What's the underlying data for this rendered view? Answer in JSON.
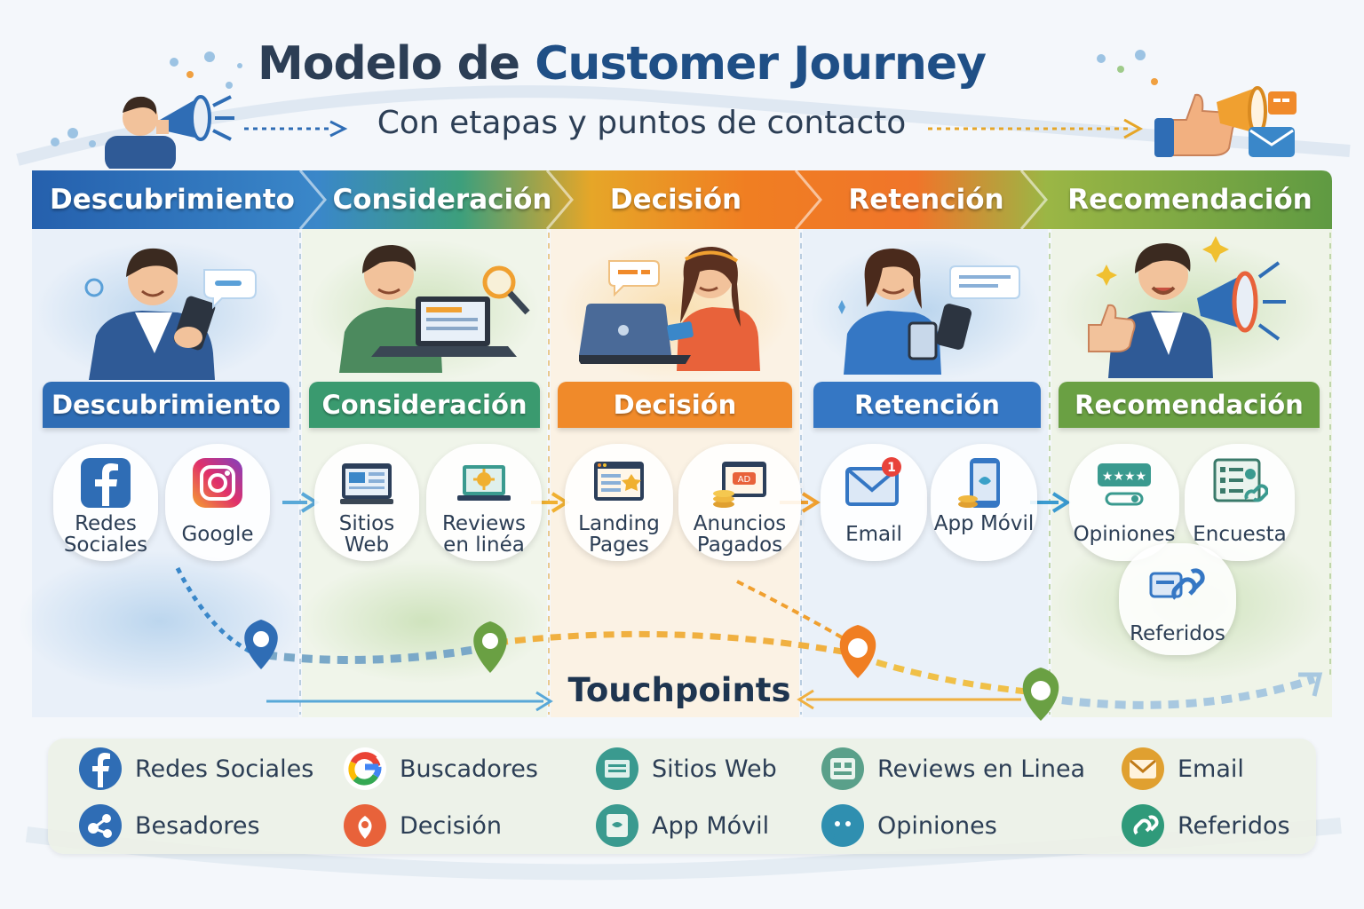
{
  "header": {
    "title_prefix": "Modelo de ",
    "title_highlight": "Customer Journey",
    "subtitle": "Con etapas y puntos de contacto"
  },
  "stages": [
    {
      "name": "Descubrimiento",
      "color": "#2f6db5",
      "touchpoints": [
        {
          "label": "Redes Sociales",
          "icon": "facebook-icon"
        },
        {
          "label": "Google",
          "icon": "instagram-icon"
        }
      ]
    },
    {
      "name": "Consideración",
      "color": "#3a9a6f",
      "touchpoints": [
        {
          "label": "Sitios Web",
          "icon": "website-icon"
        },
        {
          "label": "Reviews en linéa",
          "icon": "laptop-review-icon"
        }
      ]
    },
    {
      "name": "Decisión",
      "color": "#f08a2a",
      "touchpoints": [
        {
          "label": "Landing Pages",
          "icon": "landing-page-icon"
        },
        {
          "label": "Anuncios Pagados",
          "icon": "paid-ad-icon",
          "badge": "AD"
        }
      ]
    },
    {
      "name": "Retención",
      "color": "#3577c4",
      "touchpoints": [
        {
          "label": "Email",
          "icon": "email-icon",
          "badge": "1"
        },
        {
          "label": "App Móvil",
          "icon": "mobile-app-icon"
        }
      ]
    },
    {
      "name": "Recomendación",
      "color": "#6aa043",
      "touchpoints": [
        {
          "label": "Opiniones",
          "icon": "rating-icon",
          "badge": "★★★★"
        },
        {
          "label": "Encuesta",
          "icon": "survey-icon"
        },
        {
          "label": "Referidos",
          "icon": "referral-icon"
        }
      ]
    }
  ],
  "touchpoints_label": "Touchpoints",
  "legend": [
    {
      "label": "Redes Sociales",
      "icon": "facebook-icon",
      "color": "#2f6db5"
    },
    {
      "label": "Buscadores",
      "icon": "google-icon",
      "color": "#4285f4"
    },
    {
      "label": "Sitios Web",
      "icon": "website-icon",
      "color": "#3a9a8f"
    },
    {
      "label": "Reviews en Linea",
      "icon": "review-icon",
      "color": "#5aa08a"
    },
    {
      "label": "Email",
      "icon": "email-icon",
      "color": "#e0a030"
    },
    {
      "label": "Besadores",
      "icon": "share-icon",
      "color": "#2f6db5"
    },
    {
      "label": "Decisión",
      "icon": "location-pin-icon",
      "color": "#e8623a"
    },
    {
      "label": "App Móvil",
      "icon": "mobile-app-icon",
      "color": "#3a9a8f"
    },
    {
      "label": "Opiniones",
      "icon": "chat-icon",
      "color": "#2f8fb0"
    },
    {
      "label": "Referidos",
      "icon": "referral-icon",
      "color": "#2f9a7a"
    }
  ]
}
